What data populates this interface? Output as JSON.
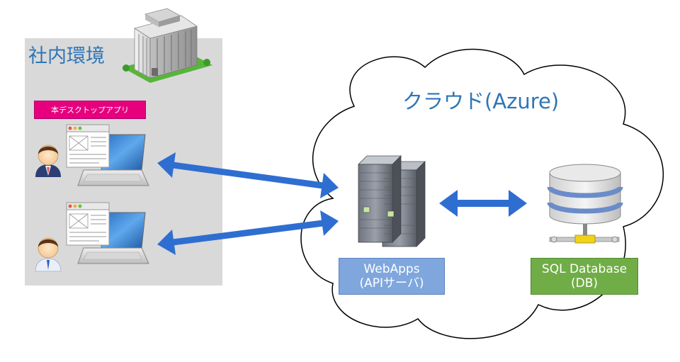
{
  "onprem": {
    "title": "社内環境",
    "app_label": "本デスクトップアプリ"
  },
  "cloud": {
    "title": "クラウド(Azure)"
  },
  "webapps": {
    "line1": "WebApps",
    "line2": "(APIサーバ)"
  },
  "database": {
    "line1": "SQL Database",
    "line2": "(DB)"
  },
  "colors": {
    "onprem_bg": "#D9D9D9",
    "title_blue": "#2E75B6",
    "app_label_bg": "#E6007E",
    "webapps_bg": "#7FA7DD",
    "db_bg": "#70AD47",
    "arrow": "#2F6ED1"
  },
  "icons": {
    "building": "office-building-icon",
    "user_1": "user-avatar-icon",
    "user_2": "user-avatar-icon",
    "laptop_1": "laptop-icon",
    "laptop_2": "laptop-icon",
    "server": "server-rack-icon",
    "database": "database-icon"
  }
}
